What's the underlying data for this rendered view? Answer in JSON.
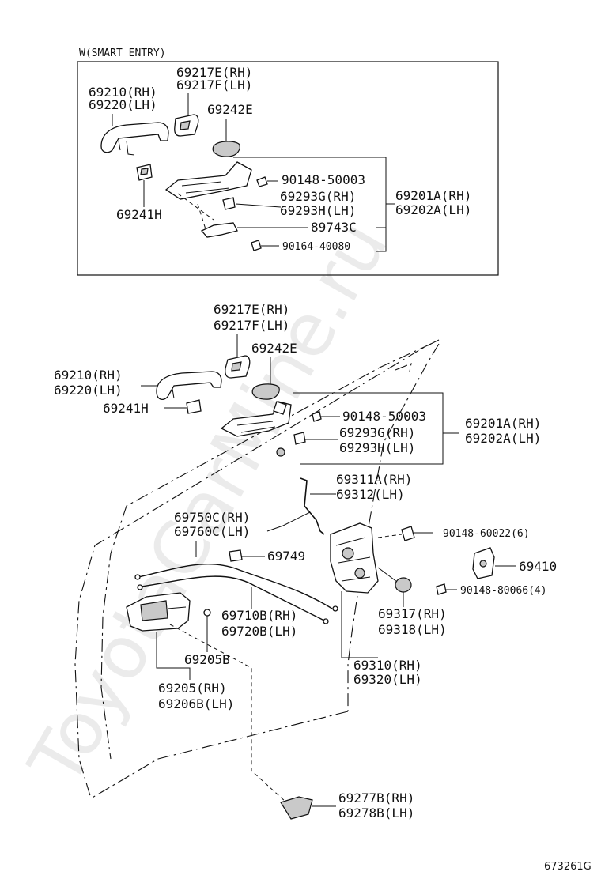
{
  "watermark": "ToyotaCarMine.ru",
  "figure_code": "673261G",
  "inset": {
    "title": "W(SMART ENTRY)",
    "labels": {
      "handle": [
        "69210(RH)",
        "69220(LH)"
      ],
      "cap_top": [
        "69217E(RH)",
        "69217F(LH)"
      ],
      "pad": "69242E",
      "screw": "90148-50003",
      "lever": [
        "69293G(RH)",
        "69293H(LH)"
      ],
      "frame": [
        "69201A(RH)",
        "69202A(LH)"
      ],
      "bracket": "89743C",
      "bolt": "90164-40080",
      "cover": "69241H"
    }
  },
  "main": {
    "labels": {
      "cap_top": [
        "69217E(RH)",
        "69217F(LH)"
      ],
      "pad": "69242E",
      "handle": [
        "69210(RH)",
        "69220(LH)"
      ],
      "cover": "69241H",
      "screw": "90148-50003",
      "frame": [
        "69201A(RH)",
        "69202A(LH)"
      ],
      "lever": [
        "69293G(RH)",
        "69293H(LH)"
      ],
      "rod": [
        "69311A(RH)",
        "69312(LH)"
      ],
      "cable_upper": [
        "69750C(RH)",
        "69760C(LH)"
      ],
      "bolt_lock": "90148-60022(6)",
      "clip": "69749",
      "striker": "69410",
      "bolt_striker": "90148-80066(4)",
      "cable_lower": [
        "69710B(RH)",
        "69720B(LH)"
      ],
      "grommet": [
        "69317(RH)",
        "69318(LH)"
      ],
      "inside_handle_screw": "69205B",
      "lock_assy": [
        "69310(RH)",
        "69320(LH)"
      ],
      "inside_handle": [
        "69205(RH)",
        "69206B(LH)"
      ],
      "bezel": [
        "69277B(RH)",
        "69278B(LH)"
      ]
    }
  },
  "icons": {
    "outside-handle": "outside-handle-icon",
    "lock-assembly": "door-lock-icon",
    "striker": "striker-icon"
  }
}
